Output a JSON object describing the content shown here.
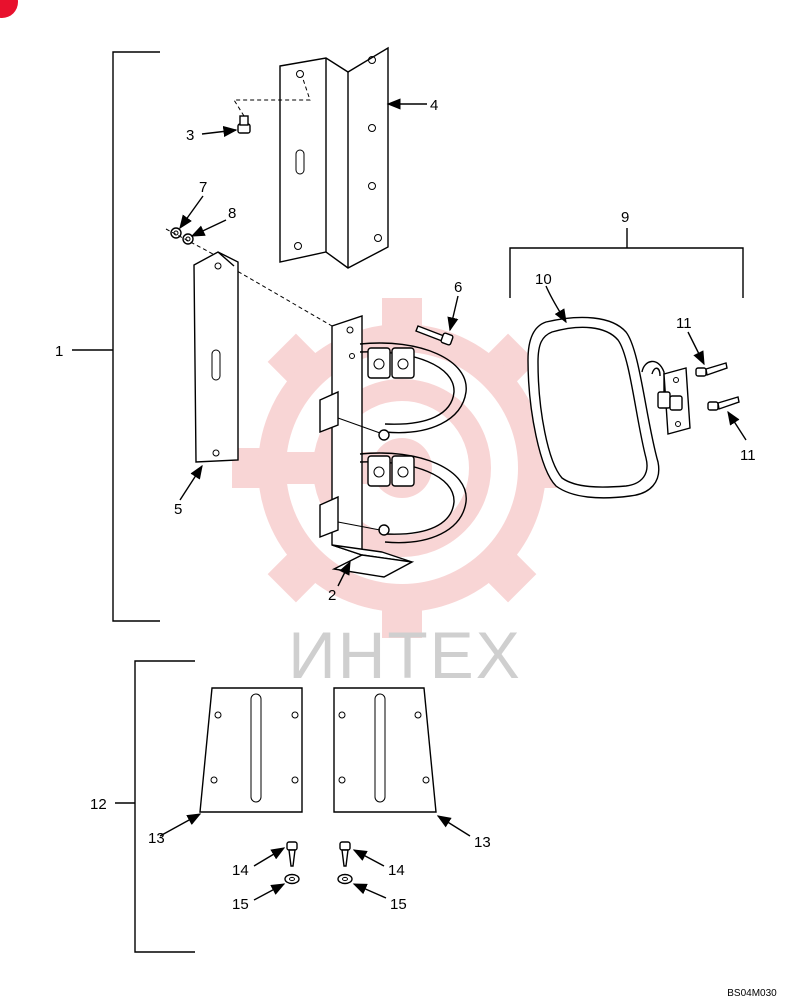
{
  "callouts": {
    "c1": "1",
    "c2": "2",
    "c3": "3",
    "c4": "4",
    "c5": "5",
    "c6": "6",
    "c7": "7",
    "c8": "8",
    "c9": "9",
    "c10": "10",
    "c11a": "11",
    "c11b": "11",
    "c12": "12",
    "c13a": "13",
    "c13b": "13",
    "c14a": "14",
    "c14b": "14",
    "c15a": "15",
    "c15b": "15"
  },
  "watermark": {
    "text": "ИНТЕХ",
    "color": "#f3b3b3"
  },
  "reference_code": "BS04M030",
  "corner_badge_color": "#e8112d"
}
